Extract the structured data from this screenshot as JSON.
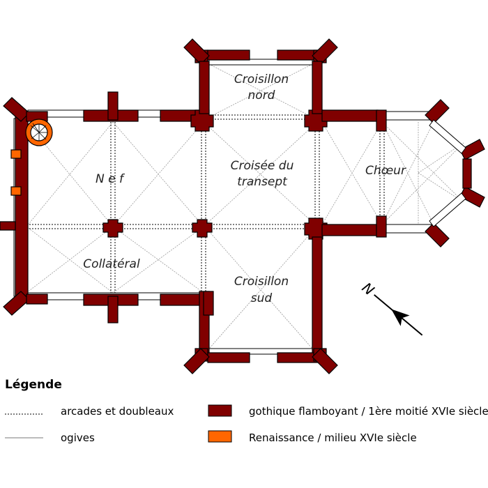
{
  "plan": {
    "rooms": {
      "croisillon_nord": [
        "Croisillon",
        "nord"
      ],
      "nef": "N e f",
      "croisee": [
        "Croisée du",
        "transept"
      ],
      "choeur": "Chœur",
      "collateral": "Collatéral",
      "croisillon_sud": [
        "Croisillon",
        "sud"
      ]
    },
    "north_arrow_label": "N",
    "north-arrow-icon": "north-arrow-icon"
  },
  "legend": {
    "title": "Légende",
    "items": [
      {
        "label": "arcades et doubleaux",
        "symbol": "dotted-line"
      },
      {
        "label": "ogives",
        "symbol": "solid-gray-line"
      },
      {
        "label": "gothique flamboyant / 1ère moitié XVIe siècle",
        "symbol": "swatch",
        "color": "#800000"
      },
      {
        "label": "Renaissance / milieu XVIe siècle",
        "symbol": "swatch",
        "color": "#ff6600"
      }
    ]
  },
  "colors": {
    "gothic": "#800000",
    "renaissance": "#ff6600",
    "outline": "#000000",
    "rib": "#bbbbbb",
    "arcade": "#000000"
  }
}
